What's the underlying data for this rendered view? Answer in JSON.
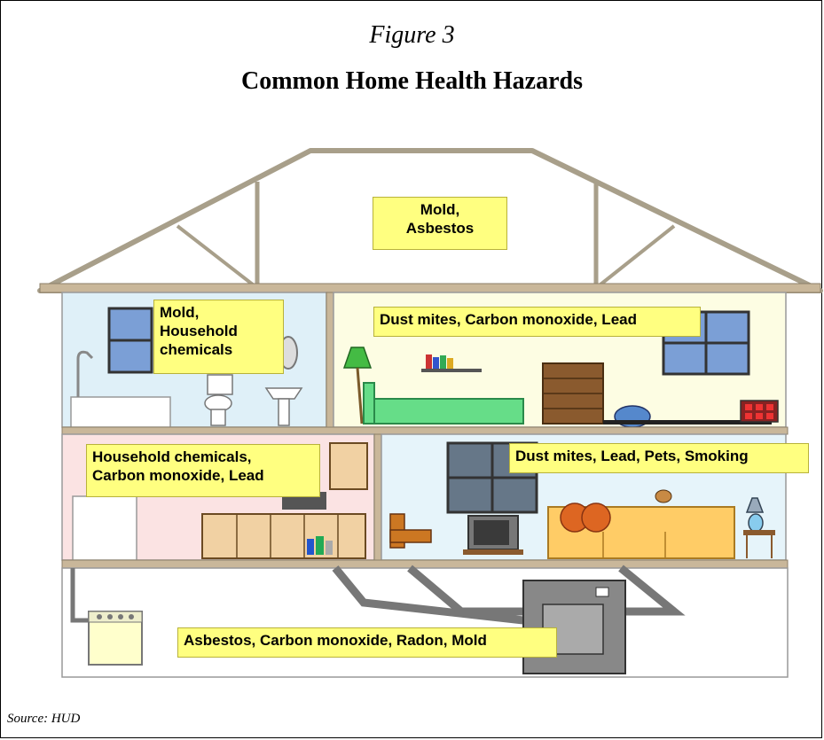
{
  "figure": {
    "label": "Figure 3",
    "title": "Common Home Health Hazards",
    "source": "Source: HUD"
  },
  "zones": [
    {
      "name": "attic",
      "hazards": "Mold,\nAsbestos"
    },
    {
      "name": "bathroom",
      "hazards": "Mold,\nHousehold\nchemicals"
    },
    {
      "name": "bedroom",
      "hazards": "Dust mites, Carbon monoxide, Lead"
    },
    {
      "name": "kitchen",
      "hazards": "Household chemicals,\nCarbon monoxide, Lead"
    },
    {
      "name": "living-room",
      "hazards": "Dust mites, Lead, Pets, Smoking"
    },
    {
      "name": "basement",
      "hazards": "Asbestos, Carbon monoxide, Radon, Mold"
    }
  ],
  "colors": {
    "label_fill": "#ffff80",
    "bathroom_wall": "#dff0f8",
    "bedroom_wall": "#fdfde3",
    "kitchen_wall": "#fbe3e3",
    "living_wall": "#e6f4fa",
    "floor_brown": "#c9b79a"
  }
}
